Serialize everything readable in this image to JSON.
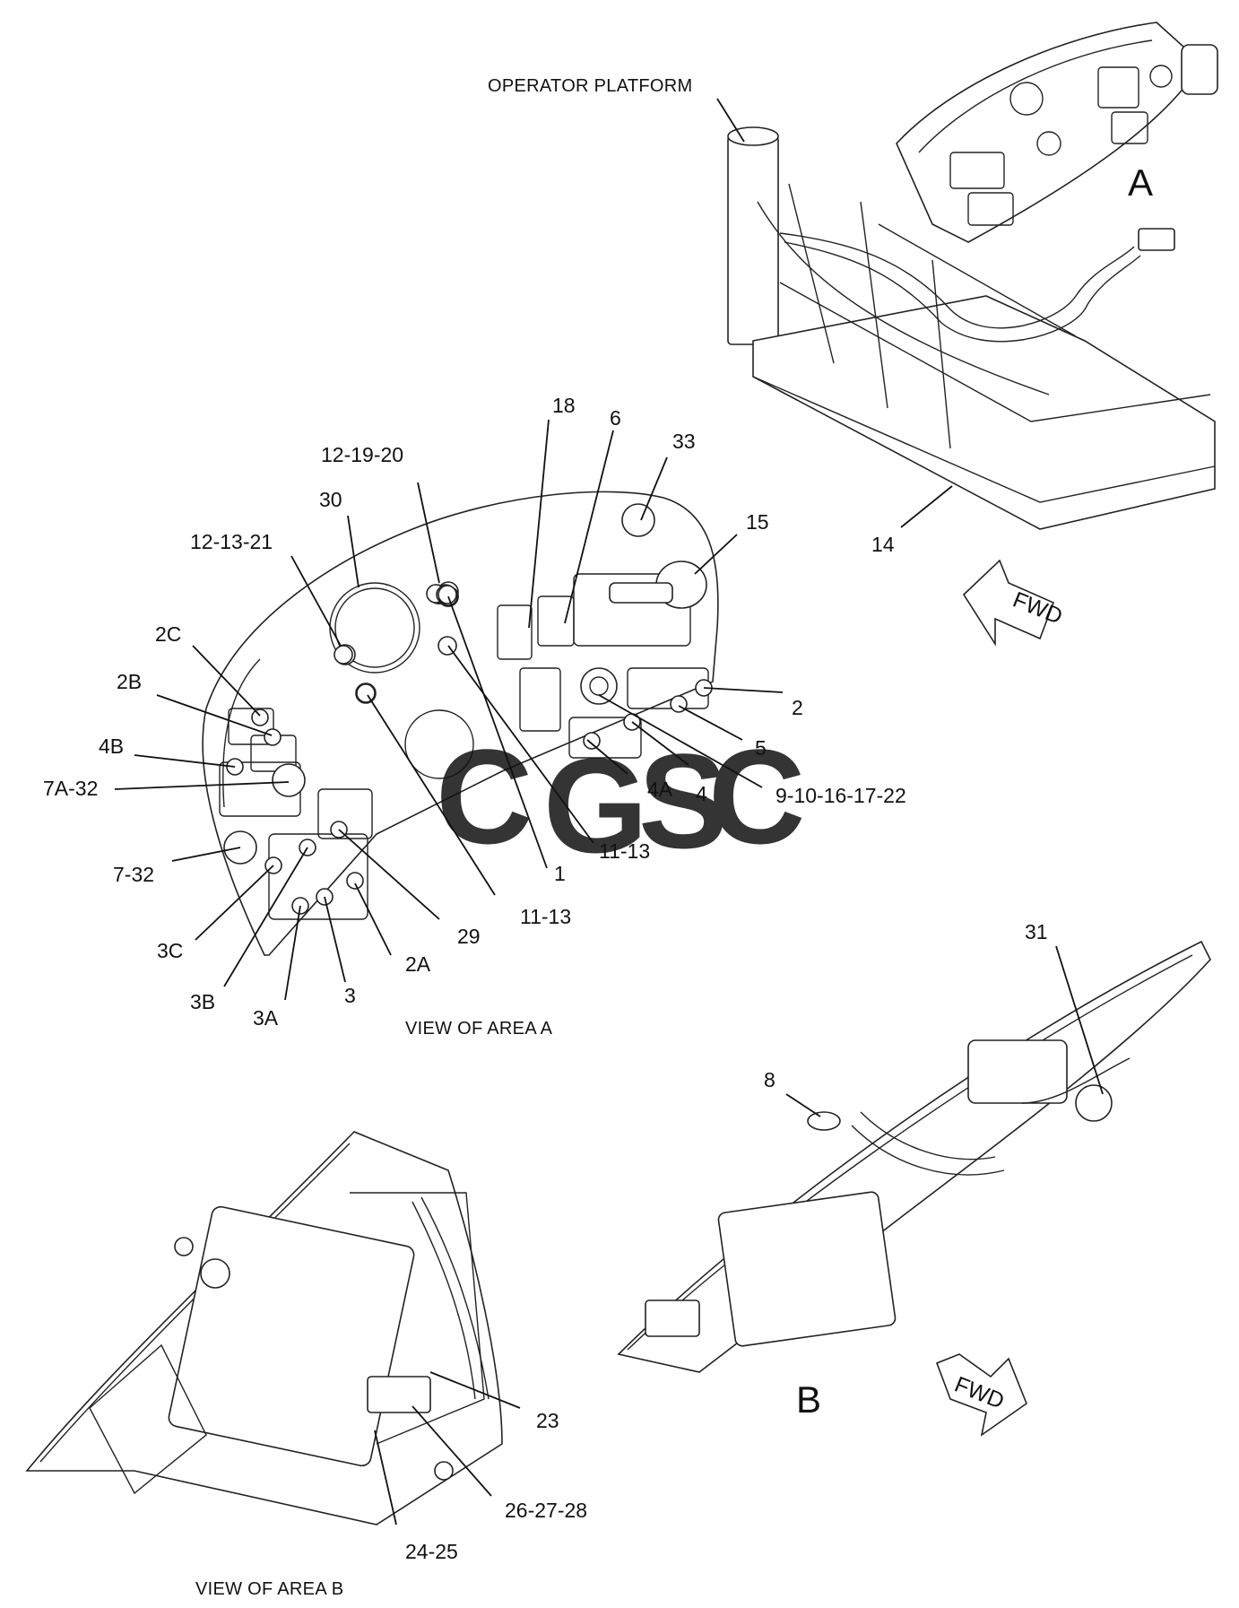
{
  "title_label": "OPERATOR PLATFORM",
  "area_letters": {
    "a": "A",
    "b": "B"
  },
  "fwd_label": "FWD",
  "captions": {
    "view_a": "VIEW OF AREA A",
    "view_b": "VIEW OF AREA B"
  },
  "watermark": "CGSC",
  "colors": {
    "wm_c1": "#5b8fe8",
    "wm_g": "#f08a85",
    "wm_s": "#f3c94e",
    "wm_c2": "#4fae7a",
    "line": "#111111"
  },
  "callouts": {
    "c14": "14",
    "c18": "18",
    "c6": "6",
    "c33": "33",
    "c15": "15",
    "c12_19_20": "12-19-20",
    "c30": "30",
    "c12_13_21": "12-13-21",
    "c2C": "2C",
    "c2B": "2B",
    "c4B": "4B",
    "c7A_32": "7A-32",
    "c7_32": "7-32",
    "c3C": "3C",
    "c3B": "3B",
    "c3A": "3A",
    "c3": "3",
    "c2A": "2A",
    "c29": "29",
    "c11_13a": "11-13",
    "c1": "1",
    "c11_13b": "11-13",
    "c4A": "4A",
    "c4": "4",
    "c9_10_16_17_22": "9-10-16-17-22",
    "c5": "5",
    "c2": "2",
    "c31": "31",
    "c8": "8",
    "c23": "23",
    "c26_27_28": "26-27-28",
    "c24_25": "24-25"
  }
}
